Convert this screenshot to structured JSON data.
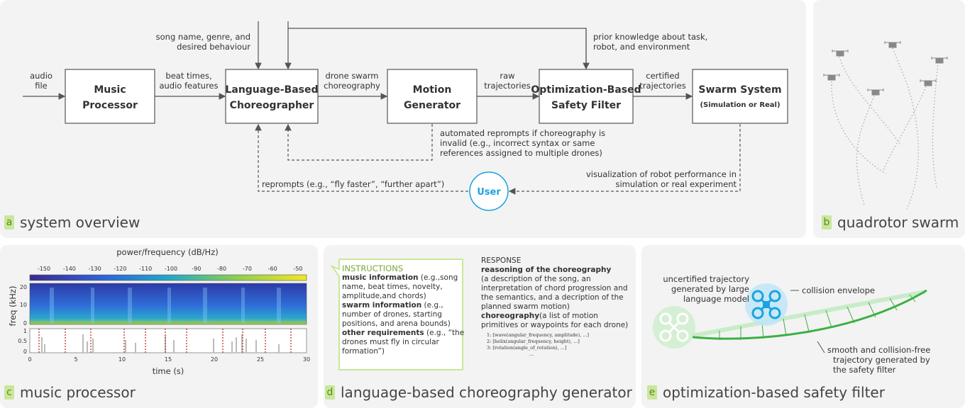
{
  "overview": {
    "label_letter": "a",
    "label_text": "system overview",
    "boxes": {
      "music": [
        "Music",
        "Processor"
      ],
      "lang": [
        "Language-Based",
        "Choreographer"
      ],
      "motion": [
        "Motion",
        "Generator"
      ],
      "filter": [
        "Optimization-Based",
        "Safety Filter"
      ],
      "swarm": [
        "Swarm System",
        "(Simulation or Real)"
      ]
    },
    "edges": {
      "audio": [
        "audio",
        "file"
      ],
      "beat": [
        "beat times,",
        "audio features"
      ],
      "drone_swarm": [
        "drone swarm",
        "choreography"
      ],
      "raw": [
        "raw",
        "trajectories"
      ],
      "certified": [
        "certified",
        "trajectories"
      ],
      "song": [
        "song name, genre, and",
        "desired behaviour"
      ],
      "prior": [
        "prior knowledge about task,",
        "robot, and environment"
      ],
      "auto": [
        "automated reprompts if choreography is",
        "invalid (e.g., incorrect syntax or same",
        "references assigned to multiple drones)"
      ],
      "reprompts": "reprompts (e.g., “fly faster”, “further apart”)",
      "visual": [
        "visualization of robot performance in",
        "simulation or real experiment"
      ]
    },
    "user": "User"
  },
  "swarm_panel": {
    "label_letter": "b",
    "label_text": "quadrotor swarm"
  },
  "music_panel": {
    "label_letter": "c",
    "label_text": "music processor",
    "colorbar_title": "power/frequency (dB/Hz)",
    "colorbar_ticks": [
      "-150",
      "-140",
      "-130",
      "-120",
      "-110",
      "-100",
      "-90",
      "-80",
      "-70",
      "-60",
      "-50"
    ],
    "ylabel": "freq (kHz)",
    "yticks": [
      "20",
      "10",
      "0"
    ],
    "lower_yticks": [
      "1",
      "0.5",
      "0"
    ],
    "xticks": [
      "0",
      "5",
      "10",
      "15",
      "20",
      "25",
      "30"
    ],
    "xlabel": "time (s)"
  },
  "language_panel": {
    "label_letter": "d",
    "label_text": "language-based choreography generator",
    "instructions_title": "INSTRUCTIONS",
    "music_info_b": "music information",
    "music_info": " (e.g.,song name, beat times, novelty, amplitude,and chords)",
    "swarm_info_b": "swarm information",
    "swarm_info": " (e.g., number of drones, starting positions, and arena bounds)",
    "other_b": "other requirements",
    "other": " (e.g., “the drones must fly in circular formation”)",
    "response_title": "RESPONSE",
    "reasoning_b": "reasoning of the choreography",
    "reasoning": "(a description of the song, an interpretation of chord progression and the semantics, and a decription of the planned swarm motion)",
    "choreo_b": "choreography",
    "choreo": "(a list of motion primitives or waypoints for each drone)",
    "code": [
      "1: [wave(angular_frequency, amplitude), ...]",
      "2: [helix(angular_frequency, height), ...]",
      "3: [rotation(angle_of_rotation), ...]",
      "..."
    ]
  },
  "filter_panel": {
    "label_letter": "e",
    "label_text": "optimization-based safety filter",
    "uncertified": [
      "uncertified trajectory",
      "generated by large",
      "language model"
    ],
    "collision": "collision envelope",
    "smooth": [
      "smooth and collision-free",
      "trajectory generated by",
      "the safety filter"
    ]
  },
  "colors": {
    "accent_blue": "#1aa3e0",
    "green": "#3cb043",
    "light_green": "#c9e79a",
    "panel": "#f3f3f3"
  }
}
